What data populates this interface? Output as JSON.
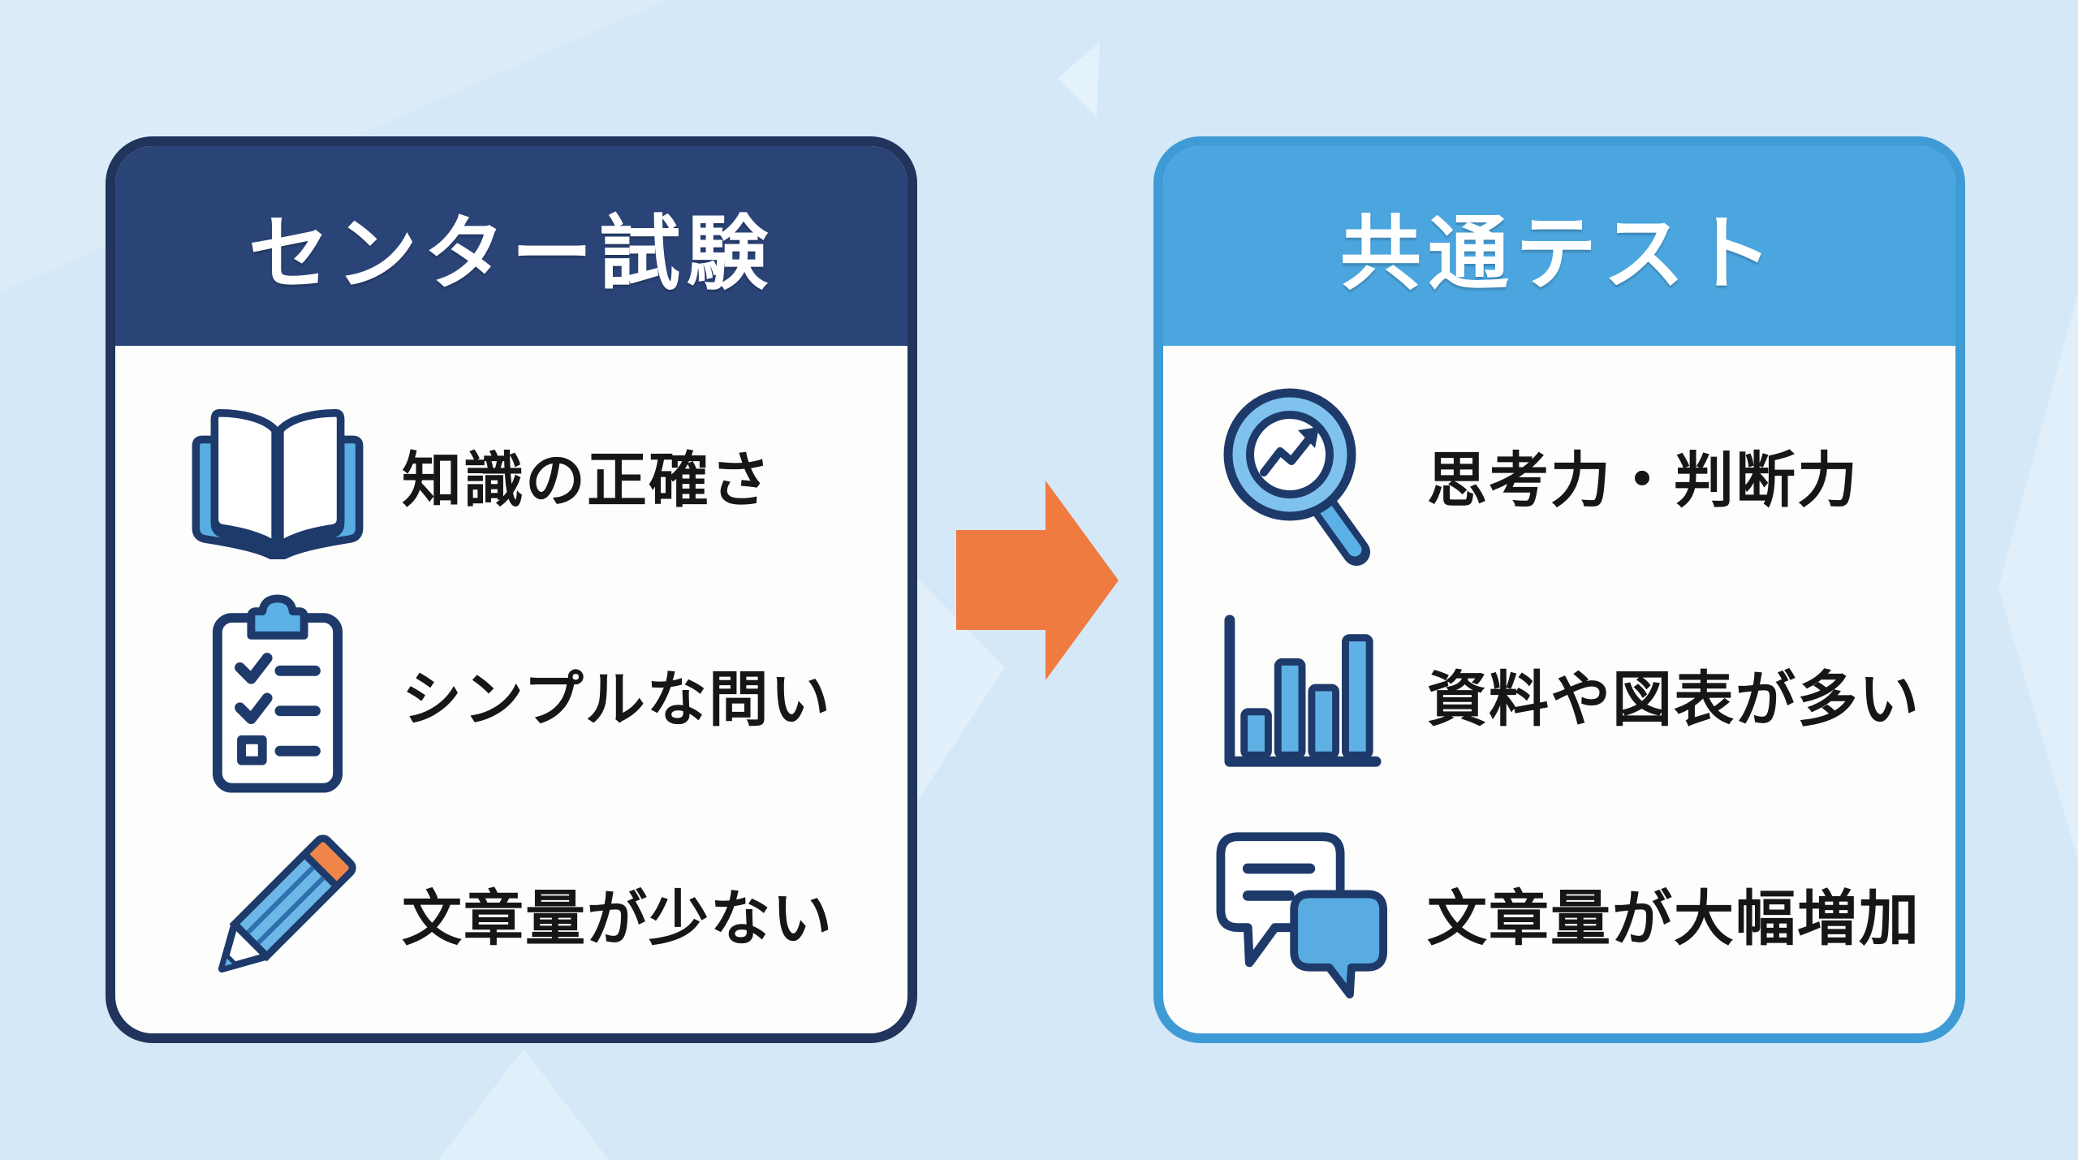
{
  "page": {
    "background_color": "#d5e8f7",
    "accent_orange": "#ef7b41",
    "navy": "#1e3a6b",
    "blue": "#4ba5de",
    "icon_blue_fill": "#5fb1e5"
  },
  "left_card": {
    "title": "センター試験",
    "header_bg": "#2b4478",
    "border_color": "#20345c",
    "items": [
      {
        "icon": "book-icon",
        "label": "知識の正確さ"
      },
      {
        "icon": "clipboard-icon",
        "label": "シンプルな問い"
      },
      {
        "icon": "pencil-icon",
        "label": "文章量が少ない"
      }
    ]
  },
  "right_card": {
    "title": "共通テスト",
    "header_bg": "#4ba5de",
    "border_color": "#3f9bd6",
    "items": [
      {
        "icon": "magnifier-trend-icon",
        "label": "思考力・判断力"
      },
      {
        "icon": "bar-chart-icon",
        "label": "資料や図表が多い"
      },
      {
        "icon": "chat-bubbles-icon",
        "label": "文章量が大幅増加"
      }
    ]
  },
  "arrow": {
    "direction": "right",
    "color": "#ef7b41"
  }
}
